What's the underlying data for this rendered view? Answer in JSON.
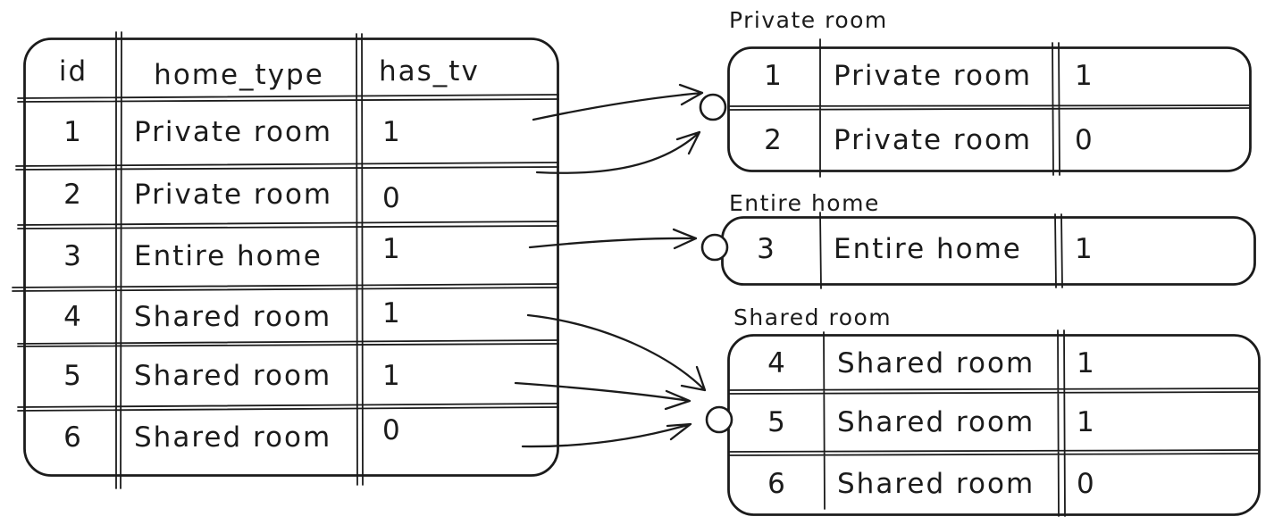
{
  "src": {
    "columns": [
      "id",
      "home_type",
      "has_tv"
    ],
    "rows": [
      [
        "1",
        "Private room",
        "1"
      ],
      [
        "2",
        "Private room",
        "0"
      ],
      [
        "3",
        "Entire home",
        "1"
      ],
      [
        "4",
        "Shared room",
        "1"
      ],
      [
        "5",
        "Shared room",
        "1"
      ],
      [
        "6",
        "Shared room",
        "0"
      ]
    ]
  },
  "groups": [
    {
      "label": "Private room",
      "rows": [
        [
          "1",
          "Private room",
          "1"
        ],
        [
          "2",
          "Private room",
          "0"
        ]
      ]
    },
    {
      "label": "Entire home",
      "rows": [
        [
          "3",
          "Entire home",
          "1"
        ]
      ]
    },
    {
      "label": "Shared room",
      "rows": [
        [
          "4",
          "Shared room",
          "1"
        ],
        [
          "5",
          "Shared room",
          "1"
        ],
        [
          "6",
          "Shared room",
          "0"
        ]
      ]
    }
  ],
  "colors": {
    "ink": "#1b1b1b",
    "background": "#ffffff"
  }
}
